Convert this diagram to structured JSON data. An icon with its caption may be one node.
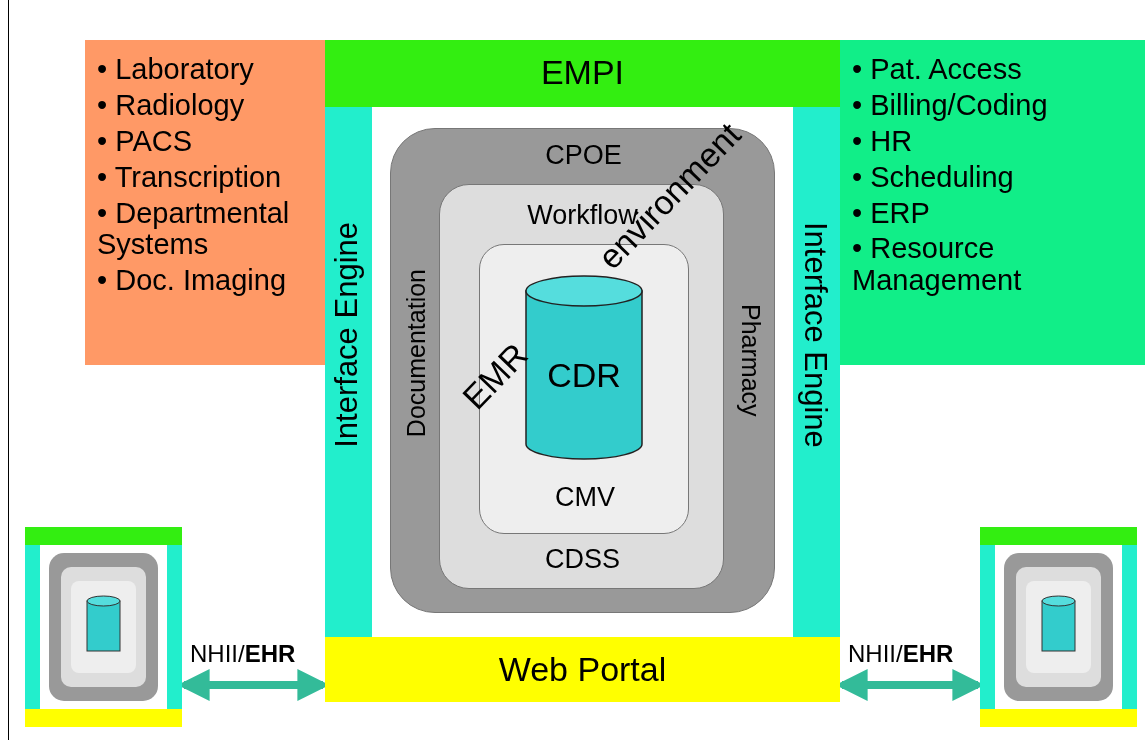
{
  "diagram": {
    "nodes": [
      {
        "text": [
          "• Laboratory",
          "• Radiology",
          "• PACS",
          "• Transcription",
          "• Departmental Systems",
          "• Doc. Imaging"
        ]
      },
      {
        "text": [
          "EMPI"
        ]
      },
      {
        "text": [
          "• Pat. Access",
          "• Billing/Coding",
          "• HR",
          "• Scheduling",
          "• ERP",
          "• Resource Management"
        ]
      },
      {
        "text": [
          "Interface Engine"
        ]
      },
      {
        "text": [
          "Interface Engine"
        ]
      },
      {
        "text": [
          "Web Portal"
        ]
      },
      {
        "text": [
          "CPOE",
          "Documentation",
          "Pharmacy"
        ]
      },
      {
        "text": [
          "Workflow",
          "CDSS"
        ],
        "in": 6
      },
      {
        "text": [
          "CMV"
        ],
        "in": 7
      },
      {
        "text": [
          "CDR"
        ],
        "in": 8
      },
      {
        "text": [],
        "shape": "picture"
      },
      {
        "text": [],
        "shape": "picture"
      }
    ],
    "edges": [
      {
        "from": 10,
        "to": 5,
        "arrow": "both",
        "label": "NHII/**EHR**"
      },
      {
        "from": 5,
        "to": 11,
        "arrow": "both",
        "label": "NHII/**EHR**"
      }
    ],
    "labels": [
      "EMR environment"
    ]
  }
}
